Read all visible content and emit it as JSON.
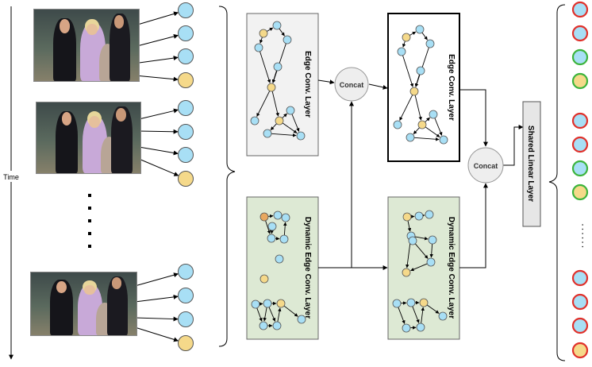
{
  "time_label": "Time",
  "ellipsis": "· · · · · ·",
  "layers": {
    "edge_conv_1": "Edge Conv. Layer",
    "edge_conv_2": "Edge Conv. Layer",
    "dyn_edge_conv_1": "Dynamic Edge Conv. Layer",
    "dyn_edge_conv_2": "Dynamic Edge Conv. Layer",
    "concat_1": "Concat",
    "concat_2": "Concat",
    "shared_linear": "Shared Linear Layer"
  },
  "colors": {
    "node_blue": "#a8dff5",
    "node_yellow": "#f5d98a",
    "node_orange": "#e8a860",
    "ring_red": "#e0302a",
    "ring_green": "#3cb43c",
    "edge_box_fill": "#f2f2f2",
    "dyn_box_fill": "#dde9d4",
    "concat_fill": "#eeeeee",
    "linear_fill": "#e6e6e6"
  },
  "output_rings": [
    "red",
    "red",
    "green",
    "green",
    "red",
    "red",
    "green",
    "green",
    "red",
    "red",
    "red",
    "red"
  ],
  "output_fills": [
    "blue",
    "blue",
    "blue",
    "yellow",
    "blue",
    "blue",
    "blue",
    "yellow",
    "blue",
    "blue",
    "blue",
    "yellow"
  ]
}
